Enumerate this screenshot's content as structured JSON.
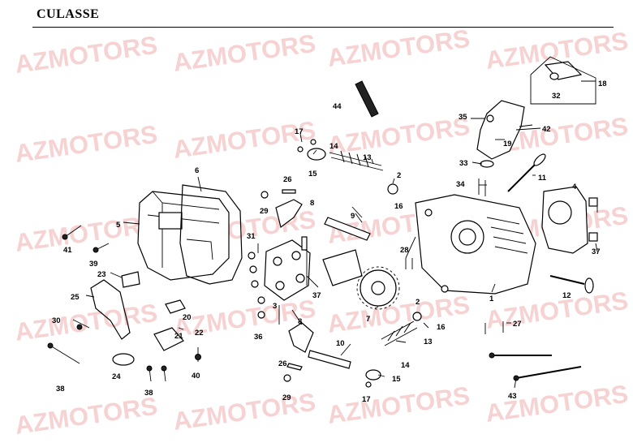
{
  "title": "CULASSE",
  "watermark": "AZMOTORS",
  "part_numbers": [
    "1",
    "2",
    "2",
    "3",
    "4",
    "5",
    "6",
    "7",
    "8",
    "8",
    "9",
    "10",
    "11",
    "12",
    "13",
    "13",
    "14",
    "14",
    "15",
    "15",
    "16",
    "16",
    "17",
    "17",
    "18",
    "19",
    "20",
    "21",
    "22",
    "23",
    "24",
    "25",
    "26",
    "26",
    "27",
    "28",
    "29",
    "29",
    "30",
    "31",
    "32",
    "33",
    "34",
    "35",
    "36",
    "37",
    "37",
    "38",
    "38",
    "39",
    "40",
    "41",
    "42",
    "43",
    "44"
  ]
}
